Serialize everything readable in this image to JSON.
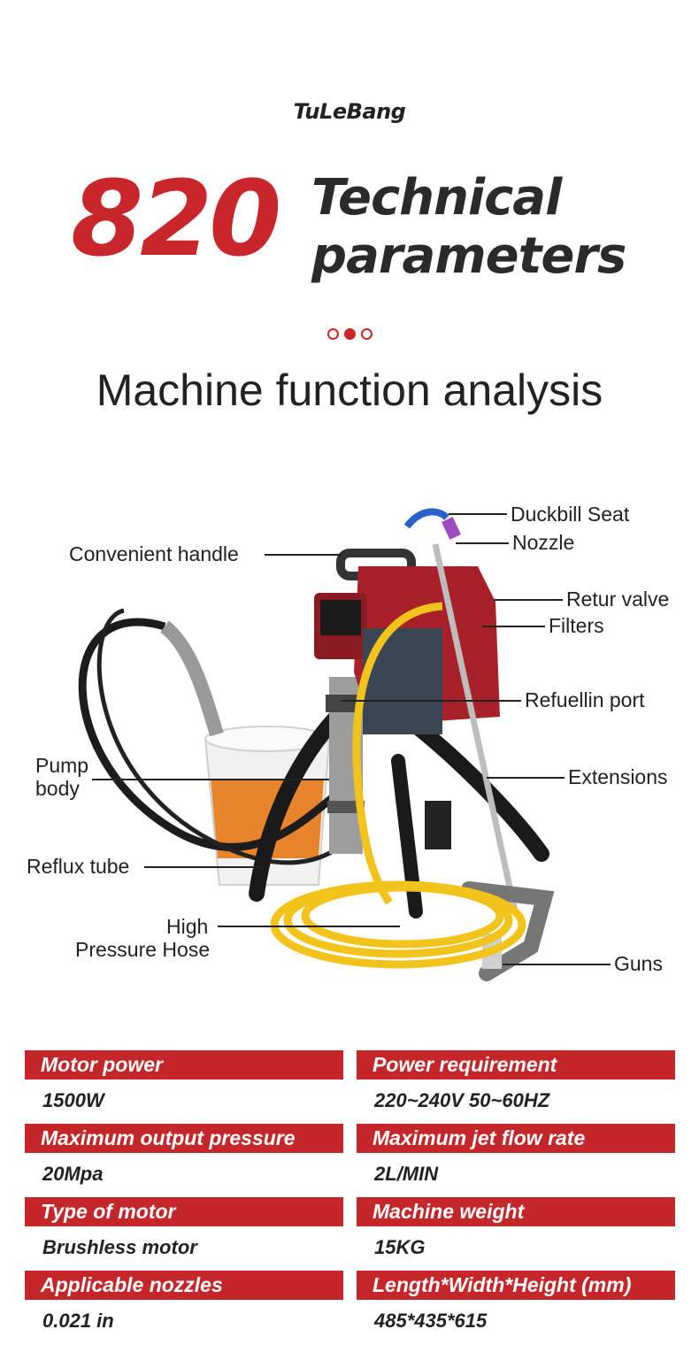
{
  "header": {
    "brand": "TuLeBang",
    "model": "820",
    "title_line1": "Technical",
    "title_line2": "parameters",
    "section_title": "Machine function analysis"
  },
  "colors": {
    "accent": "#c8262b",
    "hose_yellow": "#f2c31a",
    "body_red": "#a8202a"
  },
  "diagram": {
    "callouts": {
      "duckbill_seat": "Duckbill Seat",
      "nozzle": "Nozzle",
      "convenient_handle": "Convenient handle",
      "retur_valve": "Retur valve",
      "filters": "Filters",
      "refuellin_port": "Refuellin port",
      "pump_body_l1": "Pump",
      "pump_body_l2": "body",
      "extensions": "Extensions",
      "reflux_tube": "Reflux tube",
      "hose_l1": "High",
      "hose_l2": "Pressure Hose",
      "guns": "Guns"
    }
  },
  "specs": [
    {
      "label": "Motor power",
      "value": "1500W"
    },
    {
      "label": "Power requirement",
      "value": "220~240V 50~60HZ"
    },
    {
      "label": "Maximum output pressure",
      "value": "20Mpa"
    },
    {
      "label": "Maximum jet flow rate",
      "value": "2L/MIN"
    },
    {
      "label": "Type of motor",
      "value": "Brushless motor"
    },
    {
      "label": "Machine weight",
      "value": "15KG"
    },
    {
      "label": "Applicable nozzles",
      "value": "0.021 in"
    },
    {
      "label": "Length*Width*Height (mm)",
      "value": "485*435*615"
    }
  ]
}
